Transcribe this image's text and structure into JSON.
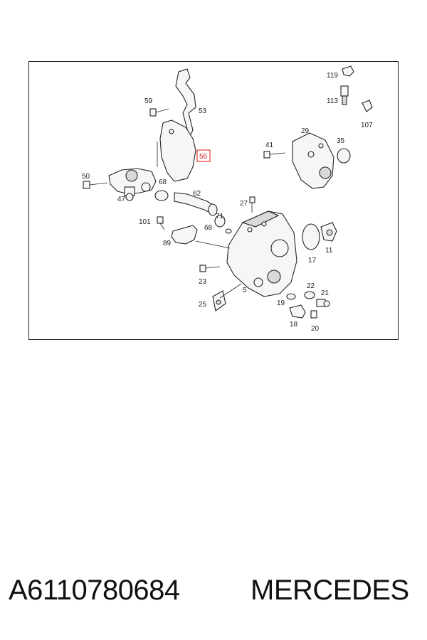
{
  "callouts": {
    "c119": "119",
    "c113": "113",
    "c107": "107",
    "c59": "59",
    "c53": "53",
    "c56": "56",
    "c41": "41",
    "c29": "29",
    "c35": "35",
    "c50": "50",
    "c68a": "68",
    "c47": "47",
    "c62": "62",
    "c27": "27",
    "c101": "101",
    "c71": "71",
    "c68b": "68",
    "c89": "89",
    "c11": "11",
    "c17": "17",
    "c23": "23",
    "c5": "5",
    "c22": "22",
    "c21": "21",
    "c25": "25",
    "c19": "19",
    "c18": "18",
    "c20": "20"
  },
  "highlighted_callout": "56",
  "footer": {
    "part_number": "A6110780684",
    "brand": "MERCEDES"
  }
}
